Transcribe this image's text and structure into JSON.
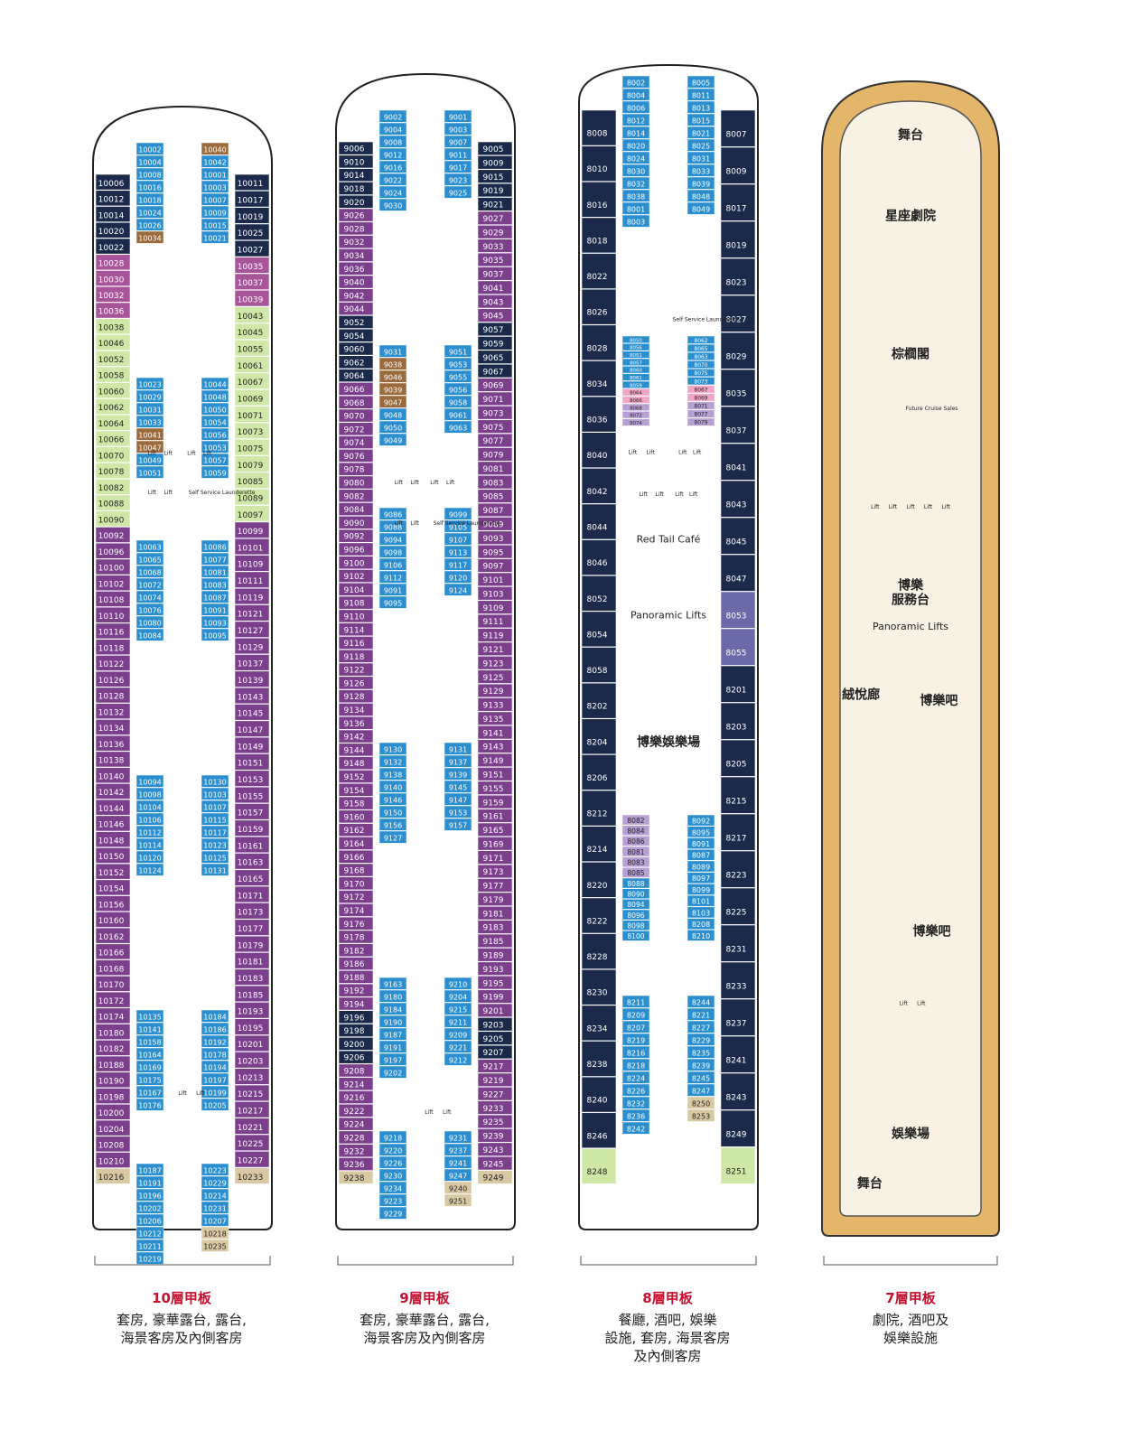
{
  "colors": {
    "suite": "#1b2a4a",
    "balcony": "#7b3f8c",
    "oceanview": "#b9d98a",
    "interior": "#2b8fcf",
    "mini_suite": "#a8549a",
    "premium": "#9b6a3c",
    "special": "#f6b040",
    "lilac": "#b79fd4",
    "pink": "#f2a6c6",
    "green_light": "#cfe8a8",
    "beige": "#d9c9a3",
    "deck_floor": "#f7f2e3",
    "wood": "#e4b66a",
    "accent": "#c8102e"
  },
  "decks": [
    {
      "id": "deck10",
      "name": "10層甲板",
      "desc": "套房, 豪華露台, 露台,\n海景客房及內側客房",
      "labels": [
        "Lift",
        "Lift",
        "Lift",
        "Lift",
        "Lift",
        "Lift",
        "Lift",
        "Lift",
        "Self Service Launderette"
      ],
      "cabins_left": [
        "10006",
        "10012",
        "10014",
        "10020",
        "10022",
        "10028",
        "10030",
        "10032",
        "10036",
        "10038",
        "10046",
        "10052",
        "10058",
        "10060",
        "10062",
        "10064",
        "10066",
        "10070",
        "10078",
        "10082",
        "10088",
        "10090",
        "10092",
        "10096",
        "10100",
        "10102",
        "10108",
        "10110",
        "10116",
        "10118",
        "10122",
        "10126",
        "10128",
        "10132",
        "10134",
        "10136",
        "10138",
        "10140",
        "10142",
        "10144",
        "10146",
        "10148",
        "10150",
        "10152",
        "10154",
        "10156",
        "10160",
        "10162",
        "10166",
        "10168",
        "10170",
        "10172",
        "10174",
        "10180",
        "10182",
        "10188",
        "10190",
        "10198",
        "10200",
        "10204",
        "10208",
        "10210",
        "10216"
      ],
      "cabins_right": [
        "10011",
        "10017",
        "10019",
        "10025",
        "10027",
        "10035",
        "10037",
        "10039",
        "10043",
        "10045",
        "10055",
        "10061",
        "10067",
        "10069",
        "10071",
        "10073",
        "10075",
        "10079",
        "10085",
        "10089",
        "10097",
        "10099",
        "10101",
        "10109",
        "10111",
        "10119",
        "10121",
        "10127",
        "10129",
        "10137",
        "10139",
        "10143",
        "10145",
        "10147",
        "10149",
        "10151",
        "10153",
        "10155",
        "10157",
        "10159",
        "10161",
        "10163",
        "10165",
        "10171",
        "10173",
        "10177",
        "10179",
        "10181",
        "10183",
        "10185",
        "10193",
        "10195",
        "10201",
        "10203",
        "10213",
        "10215",
        "10217",
        "10221",
        "10225",
        "10227",
        "10233"
      ],
      "cabins_center": [
        "10002",
        "10004",
        "10008",
        "10016",
        "10018",
        "10024",
        "10026",
        "10034",
        "10040",
        "10042",
        "10001",
        "10003",
        "10007",
        "10009",
        "10015",
        "10021",
        "10023",
        "10029",
        "10031",
        "10033",
        "10041",
        "10047",
        "10049",
        "10051",
        "10044",
        "10048",
        "10050",
        "10054",
        "10056",
        "10053",
        "10057",
        "10059",
        "10063",
        "10065",
        "10068",
        "10072",
        "10074",
        "10076",
        "10080",
        "10084",
        "10086",
        "10077",
        "10081",
        "10083",
        "10087",
        "10091",
        "10093",
        "10095",
        "10094",
        "10098",
        "10104",
        "10106",
        "10112",
        "10114",
        "10120",
        "10124",
        "10130",
        "10103",
        "10107",
        "10115",
        "10117",
        "10123",
        "10125",
        "10131",
        "10135",
        "10141",
        "10158",
        "10164",
        "10169",
        "10175",
        "10167",
        "10176",
        "10184",
        "10186",
        "10192",
        "10178",
        "10194",
        "10197",
        "10199",
        "10205",
        "10187",
        "10191",
        "10196",
        "10202",
        "10206",
        "10212",
        "10211",
        "10219",
        "10223",
        "10229",
        "10214",
        "10231",
        "10207",
        "10218",
        "10235"
      ]
    },
    {
      "id": "deck9",
      "name": "9層甲板",
      "desc": "套房, 豪華露台, 露台,\n海景客房及內側客房",
      "labels": [
        "Lift",
        "Lift",
        "Lift",
        "Lift",
        "Lift",
        "Lift",
        "Lift",
        "Lift",
        "Self Service Launderette"
      ],
      "cabins_left": [
        "9006",
        "9010",
        "9014",
        "9018",
        "9020",
        "9026",
        "9028",
        "9032",
        "9034",
        "9036",
        "9040",
        "9042",
        "9044",
        "9052",
        "9054",
        "9060",
        "9062",
        "9064",
        "9066",
        "9068",
        "9070",
        "9072",
        "9074",
        "9076",
        "9078",
        "9080",
        "9082",
        "9084",
        "9090",
        "9092",
        "9096",
        "9100",
        "9102",
        "9104",
        "9108",
        "9110",
        "9114",
        "9116",
        "9118",
        "9122",
        "9126",
        "9128",
        "9134",
        "9136",
        "9142",
        "9144",
        "9148",
        "9152",
        "9154",
        "9158",
        "9160",
        "9162",
        "9164",
        "9166",
        "9168",
        "9170",
        "9172",
        "9174",
        "9176",
        "9178",
        "9182",
        "9186",
        "9188",
        "9192",
        "9194",
        "9196",
        "9198",
        "9200",
        "9206",
        "9208",
        "9214",
        "9216",
        "9222",
        "9224",
        "9228",
        "9232",
        "9236",
        "9238"
      ],
      "cabins_right": [
        "9005",
        "9009",
        "9015",
        "9019",
        "9021",
        "9027",
        "9029",
        "9033",
        "9035",
        "9037",
        "9041",
        "9043",
        "9045",
        "9057",
        "9059",
        "9065",
        "9067",
        "9069",
        "9071",
        "9073",
        "9075",
        "9077",
        "9079",
        "9081",
        "9083",
        "9085",
        "9087",
        "9089",
        "9093",
        "9095",
        "9097",
        "9101",
        "9103",
        "9109",
        "9111",
        "9119",
        "9121",
        "9123",
        "9125",
        "9129",
        "9133",
        "9135",
        "9141",
        "9143",
        "9149",
        "9151",
        "9155",
        "9159",
        "9161",
        "9165",
        "9169",
        "9171",
        "9173",
        "9177",
        "9179",
        "9181",
        "9183",
        "9185",
        "9189",
        "9193",
        "9195",
        "9199",
        "9201",
        "9203",
        "9205",
        "9207",
        "9217",
        "9219",
        "9227",
        "9233",
        "9235",
        "9239",
        "9243",
        "9245",
        "9249"
      ],
      "cabins_center": [
        "9002",
        "9004",
        "9008",
        "9012",
        "9016",
        "9022",
        "9024",
        "9030",
        "9001",
        "9003",
        "9007",
        "9011",
        "9017",
        "9023",
        "9025",
        "9031",
        "9038",
        "9046",
        "9039",
        "9047",
        "9048",
        "9050",
        "9049",
        "9051",
        "9053",
        "9055",
        "9056",
        "9058",
        "9061",
        "9063",
        "9086",
        "9088",
        "9094",
        "9098",
        "9106",
        "9112",
        "9091",
        "9095",
        "9099",
        "9105",
        "9107",
        "9113",
        "9117",
        "9120",
        "9124",
        "9130",
        "9132",
        "9138",
        "9140",
        "9146",
        "9150",
        "9156",
        "9127",
        "9131",
        "9137",
        "9139",
        "9145",
        "9147",
        "9153",
        "9157",
        "9163",
        "9180",
        "9184",
        "9190",
        "9187",
        "9191",
        "9197",
        "9202",
        "9210",
        "9204",
        "9215",
        "9211",
        "9209",
        "9221",
        "9212",
        "9218",
        "9220",
        "9226",
        "9230",
        "9234",
        "9223",
        "9229",
        "9231",
        "9237",
        "9241",
        "9247",
        "9240",
        "9251"
      ]
    },
    {
      "id": "deck8",
      "name": "8層甲板",
      "desc": "餐廳, 酒吧, 娛樂\n設施, 套房, 海景客房\n及內側客房",
      "labels": [
        "Red Tail Café",
        "Panoramic Lifts",
        "博樂娛樂場",
        "Lift",
        "Lift",
        "Lift",
        "Lift",
        "Lift",
        "Lift",
        "Lift",
        "Lift",
        "Self Service Launderette"
      ],
      "cabins_left": [
        "8008",
        "8010",
        "8016",
        "8018",
        "8022",
        "8026",
        "8028",
        "8034",
        "8036",
        "8040",
        "8042",
        "8044",
        "8046",
        "8052",
        "8054",
        "8058",
        "8202",
        "8204",
        "8206",
        "8212",
        "8214",
        "8220",
        "8222",
        "8228",
        "8230",
        "8234",
        "8238",
        "8240",
        "8246",
        "8248"
      ],
      "cabins_right": [
        "8007",
        "8009",
        "8017",
        "8019",
        "8023",
        "8027",
        "8029",
        "8035",
        "8037",
        "8041",
        "8043",
        "8045",
        "8047",
        "8053",
        "8055",
        "8201",
        "8203",
        "8205",
        "8215",
        "8217",
        "8223",
        "8225",
        "8231",
        "8233",
        "8237",
        "8241",
        "8243",
        "8249",
        "8251"
      ],
      "cabins_center": [
        "8002",
        "8004",
        "8006",
        "8012",
        "8014",
        "8020",
        "8024",
        "8030",
        "8032",
        "8038",
        "8001",
        "8003",
        "8005",
        "8011",
        "8013",
        "8015",
        "8021",
        "8025",
        "8031",
        "8033",
        "8039",
        "8048",
        "8049",
        "8050",
        "8056",
        "8051",
        "8057",
        "8060",
        "8061",
        "8059",
        "8064",
        "8066",
        "8068",
        "8072",
        "8074",
        "8062",
        "8065",
        "8063",
        "8070",
        "8075",
        "8073",
        "8067",
        "8069",
        "8071",
        "8077",
        "8079",
        "8082",
        "8084",
        "8086",
        "8081",
        "8083",
        "8085",
        "8088",
        "8090",
        "8094",
        "8096",
        "8098",
        "8100",
        "8092",
        "8095",
        "8091",
        "8087",
        "8089",
        "8097",
        "8099",
        "8101",
        "8103",
        "8208",
        "8210",
        "8211",
        "8209",
        "8207",
        "8219",
        "8216",
        "8218",
        "8224",
        "8226",
        "8232",
        "8236",
        "8242",
        "8244",
        "8221",
        "8227",
        "8229",
        "8235",
        "8239",
        "8245",
        "8247",
        "8250",
        "8253"
      ]
    },
    {
      "id": "deck7",
      "name": "7層甲板",
      "desc": "劇院, 酒吧及\n娛樂設施",
      "labels": [
        "舞台",
        "星座劇院",
        "棕櫚閣",
        "Future Cruise Sales",
        "Lift",
        "Lift",
        "Lift",
        "Lift",
        "Lift",
        "博樂\n服務台",
        "Panoramic Lifts",
        "絨悅廊",
        "博樂吧",
        "博樂吧",
        "Lift",
        "Lift",
        "娛樂場",
        "舞台"
      ],
      "cabins_left": [],
      "cabins_right": [],
      "cabins_center": []
    }
  ]
}
